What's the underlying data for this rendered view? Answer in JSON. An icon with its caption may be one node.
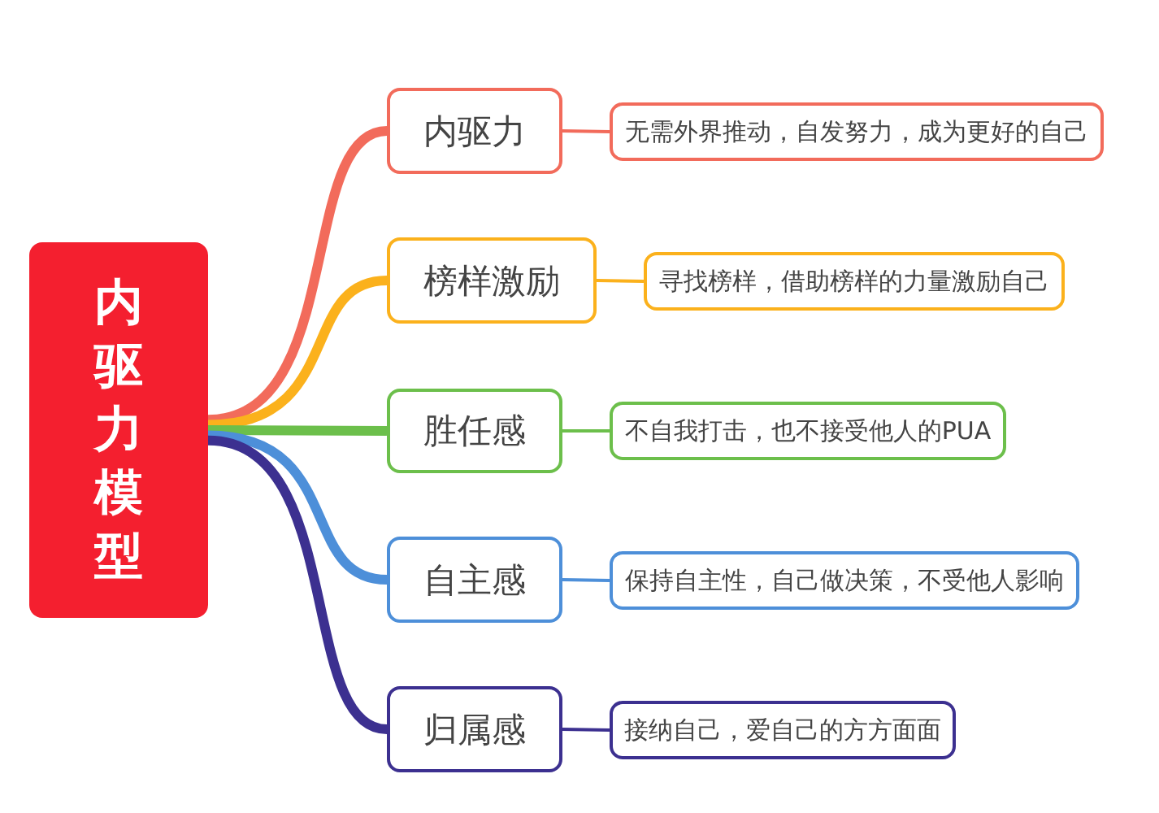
{
  "diagram": {
    "nodes": [
      {
        "text": [
          "内驱力模型"
        ]
      },
      {
        "text": [
          "内驱力"
        ]
      },
      {
        "text": [
          "无需外界推动，自发努力，成为更好的自己"
        ]
      },
      {
        "text": [
          "榜样激励"
        ]
      },
      {
        "text": [
          "寻找榜样，借助榜样的力量激励自己"
        ]
      },
      {
        "text": [
          "胜任感"
        ]
      },
      {
        "text": [
          "不自我打击，也不接受他人的PUA"
        ]
      },
      {
        "text": [
          "自主感"
        ]
      },
      {
        "text": [
          "保持自主性，自己做决策，不受他人影响"
        ]
      },
      {
        "text": [
          "归属感"
        ]
      },
      {
        "text": [
          "接纳自己，爱自己的方方面面"
        ]
      }
    ],
    "edges": [
      {
        "from": 0,
        "to": 1,
        "arrow": "none",
        "style": "thick",
        "color": "#f26b5b"
      },
      {
        "from": 1,
        "to": 2,
        "arrow": "none",
        "color": "#f26b5b"
      },
      {
        "from": 0,
        "to": 3,
        "arrow": "none",
        "style": "thick",
        "color": "#fbb11c"
      },
      {
        "from": 3,
        "to": 4,
        "arrow": "none",
        "color": "#fbb11c"
      },
      {
        "from": 0,
        "to": 5,
        "arrow": "none",
        "style": "thick",
        "color": "#6cbf4b"
      },
      {
        "from": 5,
        "to": 6,
        "arrow": "none",
        "color": "#6cbf4b"
      },
      {
        "from": 0,
        "to": 7,
        "arrow": "none",
        "style": "thick",
        "color": "#4d8fd9"
      },
      {
        "from": 7,
        "to": 8,
        "arrow": "none",
        "color": "#4d8fd9"
      },
      {
        "from": 0,
        "to": 9,
        "arrow": "none",
        "style": "thick",
        "color": "#3c3090"
      },
      {
        "from": 9,
        "to": 10,
        "arrow": "none",
        "color": "#3c3090"
      }
    ]
  }
}
